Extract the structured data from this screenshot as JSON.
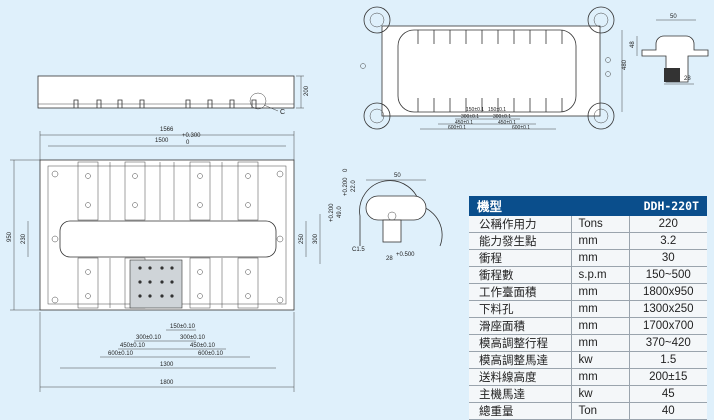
{
  "spec_table": {
    "header_item": "機型",
    "header_unit": "",
    "header_model": "DDH-220T",
    "rows": [
      {
        "item": "公稱作用力",
        "unit": "Tons",
        "value": "220"
      },
      {
        "item": "能力發生點",
        "unit": "mm",
        "value": "3.2"
      },
      {
        "item": "衝程",
        "unit": "mm",
        "value": "30"
      },
      {
        "item": "衝程數",
        "unit": "s.p.m",
        "value": "150~500"
      },
      {
        "item": "工作臺面積",
        "unit": "mm",
        "value": "1800x950"
      },
      {
        "item": "下料孔",
        "unit": "mm",
        "value": "1300x250"
      },
      {
        "item": "滑座面積",
        "unit": "mm",
        "value": "1700x700"
      },
      {
        "item": "模高調整行程",
        "unit": "mm",
        "value": "370~420"
      },
      {
        "item": "模高調整馬達",
        "unit": "kw",
        "value": "1.5"
      },
      {
        "item": "送料線高度",
        "unit": "mm",
        "value": "200±15"
      },
      {
        "item": "主機馬達",
        "unit": "kw",
        "value": "45"
      },
      {
        "item": "總重量",
        "unit": "Ton",
        "value": "40"
      }
    ]
  },
  "drawing_labels": {
    "side_height": "200",
    "callout_c": "C",
    "width_1566": "1566",
    "tol_plus": "+0.300",
    "width_1500": "1500",
    "tol_zero": "0",
    "depth_950": "950",
    "slot_230": "230",
    "slot_250": "250",
    "slot_300": "300",
    "d150": "150±0.10",
    "d300a": "300±0.10",
    "d300b": "300±0.10",
    "d450a": "450±0.10",
    "d450b": "450±0.10",
    "d600a": "600±0.10",
    "d600b": "600±0.10",
    "d1300": "1300",
    "d1800": "1800",
    "det_200": "+0.200",
    "det_220": "22.0",
    "det_zero": "0",
    "det_50": "50",
    "det_49": "49.0",
    "det_c15": "C1.5",
    "det_28": "28",
    "det_tol2": "+0.500",
    "top_d150": "150±0.1",
    "top_d150b": "150±0.1",
    "top_d300a": "300±0.1",
    "top_d300b": "300±0.1",
    "top_d450a": "450±0.1",
    "top_d450b": "450±0.1",
    "top_d600a": "600±0.1",
    "top_d600b": "600±0.1",
    "top_480": "480",
    "tr_50": "50",
    "tr_48": "48",
    "tr_28": "28"
  }
}
